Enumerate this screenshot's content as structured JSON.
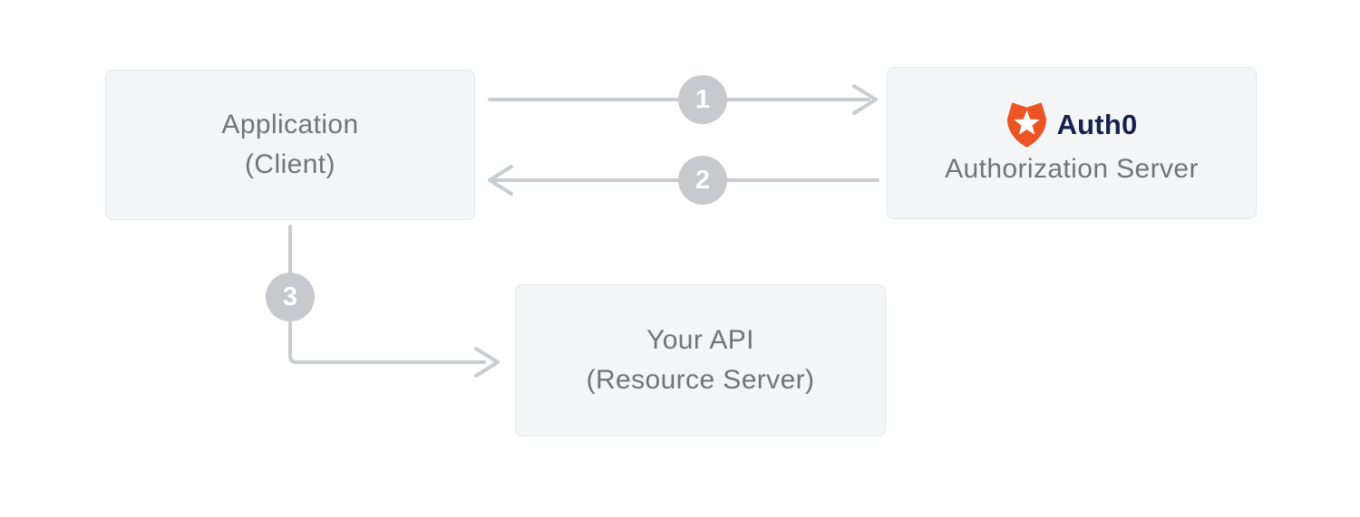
{
  "diagram": {
    "boxes": {
      "application": {
        "line1": "Application",
        "line2": "(Client)"
      },
      "authorization_server": {
        "brand": "Auth0",
        "label": "Authorization Server"
      },
      "api": {
        "line1": "Your API",
        "line2": "(Resource Server)"
      }
    },
    "steps": [
      {
        "number": "1",
        "from": "Application (Client)",
        "to": "Auth0 Authorization Server"
      },
      {
        "number": "2",
        "from": "Auth0 Authorization Server",
        "to": "Application (Client)"
      },
      {
        "number": "3",
        "from": "Application (Client)",
        "to": "Your API (Resource Server)"
      }
    ],
    "colors": {
      "page_bg": "#ffffff",
      "box_bg": "#f4f5f7",
      "box_border": "#e5e7ea",
      "box_text": "#717479",
      "arrow": "#c9ccd0",
      "circle_bg": "#c6c9cd",
      "circle_text": "#ffffff",
      "brand_orange": "#eb5424",
      "brand_navy": "#16214d"
    }
  }
}
